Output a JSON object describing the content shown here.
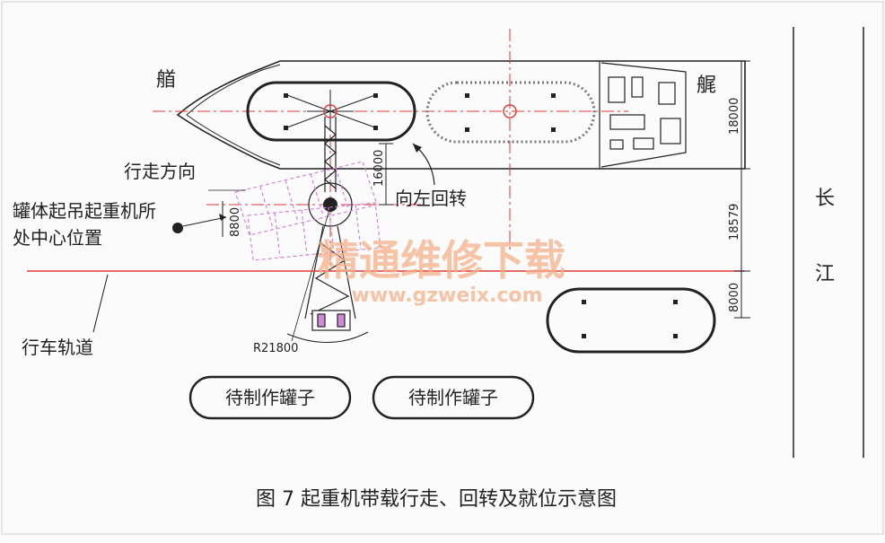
{
  "labels": {
    "bow": "艏",
    "stern": "艉",
    "travel_direction": "行走方向",
    "crane_center_line1": "罐体起吊起重机所",
    "crane_center_line2": "处中心位置",
    "rotate_left": "向左回转",
    "rail_track": "行车轨道",
    "radius": "R21800",
    "river_1": "长",
    "river_2": "江"
  },
  "dimensions": {
    "d1": "18000",
    "d2": "18579",
    "d3": "8000",
    "d4": "16000",
    "d5": "8800"
  },
  "tanks": {
    "tank_a": "待制作罐子",
    "tank_b": "待制作罐子"
  },
  "watermark": {
    "line1": "精通维修下载",
    "line2": "www.gzweix.com"
  },
  "caption": "图 7   起重机带载行走、回转及就位示意图",
  "colors": {
    "line": "#222222",
    "centerline": "#e03a3a",
    "dashed_tank": "#d08ad6",
    "watermark": "#f4b08a"
  }
}
